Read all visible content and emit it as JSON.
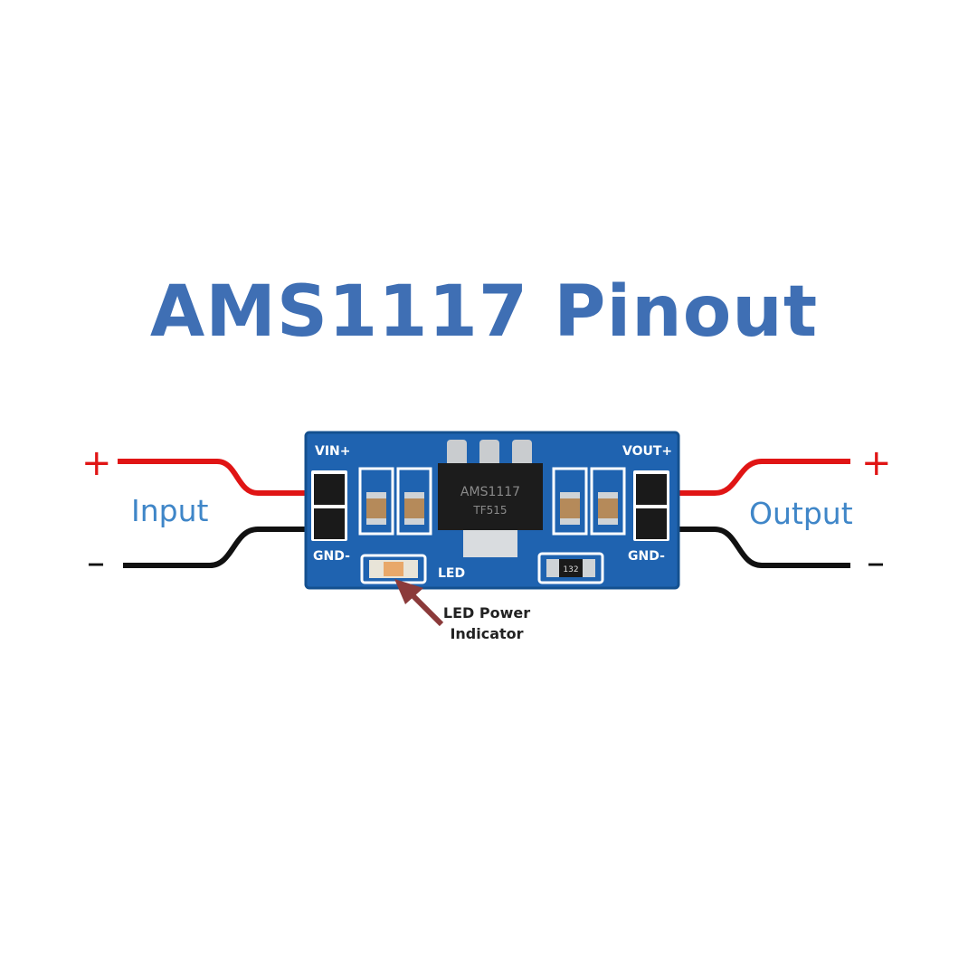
{
  "title": "AMS1117 Pinout",
  "colors": {
    "title": "#3f6fb4",
    "label": "#3f86c8",
    "pcb": "#1f63b0",
    "pcb_dark": "#14508f",
    "wire_positive": "#e01515",
    "wire_negative": "#111111",
    "arrow": "#8b3a3a",
    "sign": "#e01515"
  },
  "labels": {
    "input": "Input",
    "output": "Output",
    "plus": "+",
    "minus": "–"
  },
  "board": {
    "pin_vin": "VIN+",
    "pin_gnd_in": "GND-",
    "pin_vout": "VOUT+",
    "pin_gnd_out": "GND-",
    "led_silk": "LED",
    "chip_text_1": "AMS1117",
    "chip_text_2": "TF515",
    "resistor_code": "132"
  },
  "callout": {
    "line1": "LED Power",
    "line2": "Indicator"
  },
  "icons": {
    "arrow": "arrow-pointer-icon"
  }
}
